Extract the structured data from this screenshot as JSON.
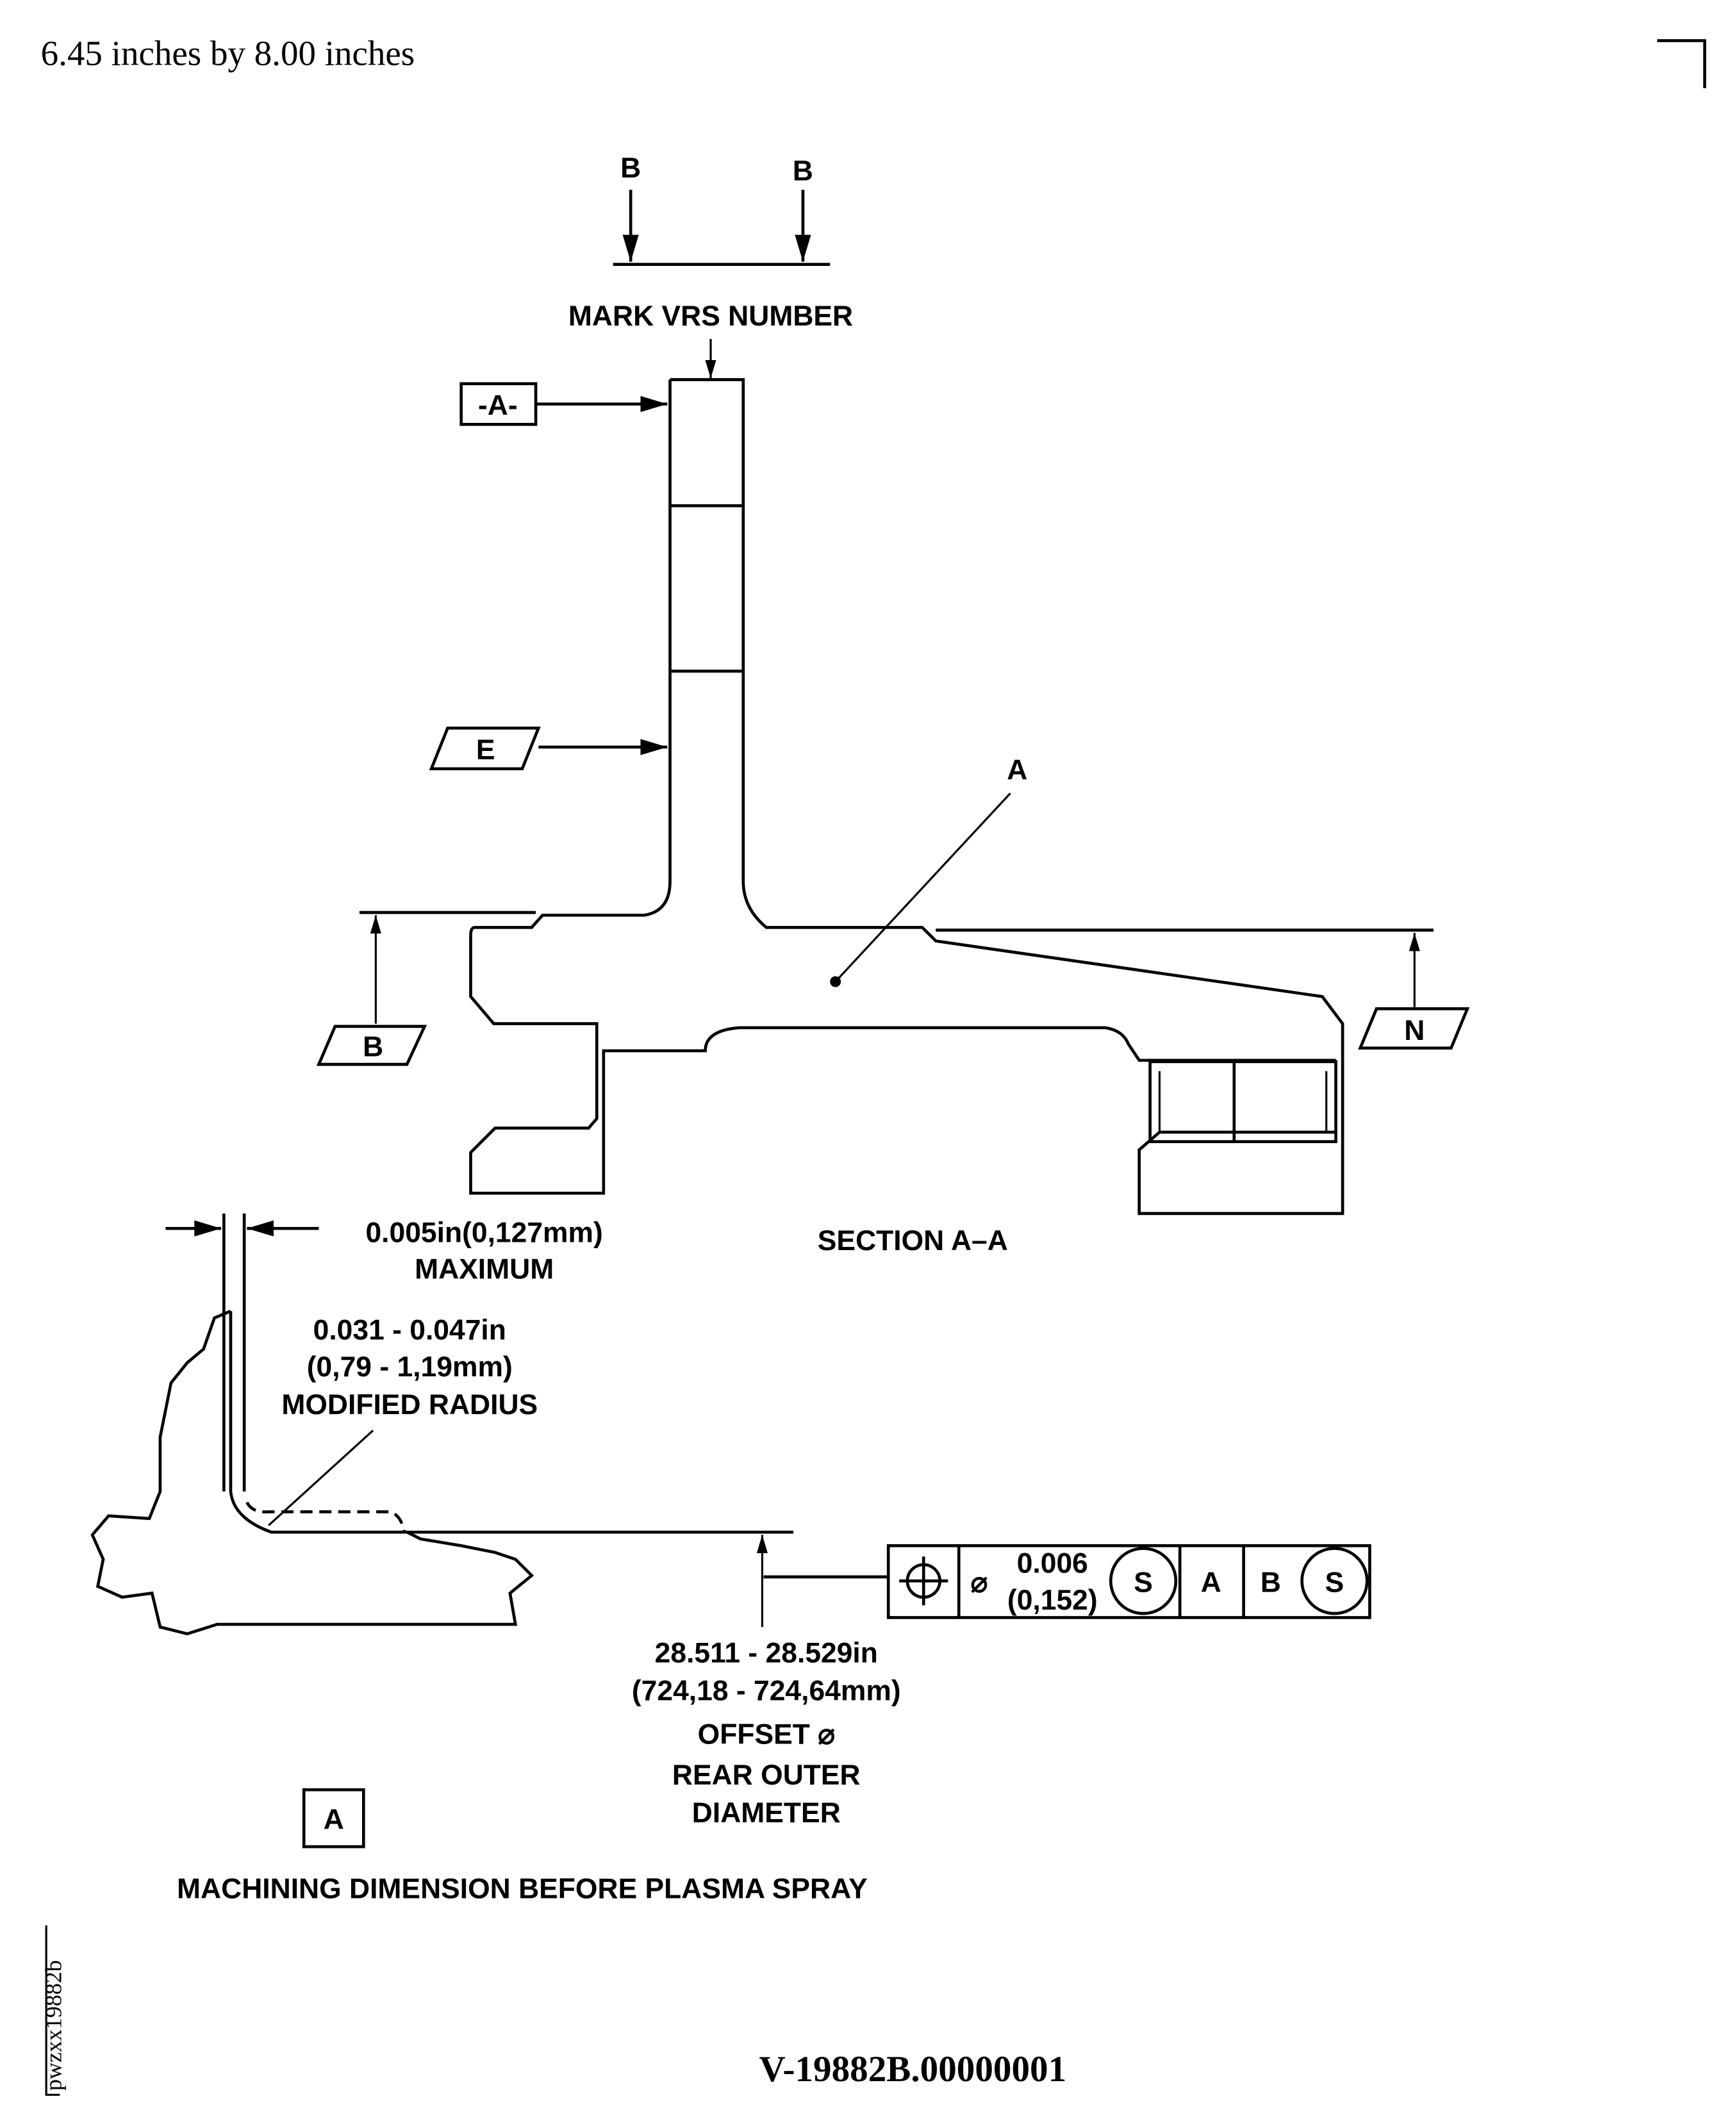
{
  "header": {
    "size_text": "6.45 inches by 8.00 inches"
  },
  "section_view": {
    "view_labels": [
      "B",
      "B"
    ],
    "mark_note": "MARK VRS NUMBER",
    "datum_a": "-A-",
    "datum_e": "E",
    "datum_b": "B",
    "datum_n": "N",
    "callout_a": "A",
    "title": "SECTION A–A"
  },
  "detail": {
    "gap_dim": "0.005in(0,127mm)",
    "gap_note": "MAXIMUM",
    "radius_dim_in": "0.031 - 0.047in",
    "radius_dim_mm": "(0,79 - 1,19mm)",
    "radius_note": "MODIFIED RADIUS",
    "fcf": {
      "symbol": "position-icon",
      "diameter_symbol": "⌀",
      "tol_in": "0.006",
      "tol_mm": "(0,152)",
      "modifier1": "S",
      "datum1": "A",
      "datum2": "B",
      "modifier2": "S"
    },
    "dia_dim_in": "28.511 - 28.529in",
    "dia_dim_mm": "(724,18 - 724,64mm)",
    "dia_note1": "OFFSET ⌀",
    "dia_note2": "REAR OUTER",
    "dia_note3": "DIAMETER"
  },
  "legend": {
    "box_label": "A",
    "text": "MACHINING DIMENSION BEFORE PLASMA SPRAY"
  },
  "side_id": "pwzxx19882b",
  "footer": {
    "doc_id": "V-19882B.00000001"
  }
}
